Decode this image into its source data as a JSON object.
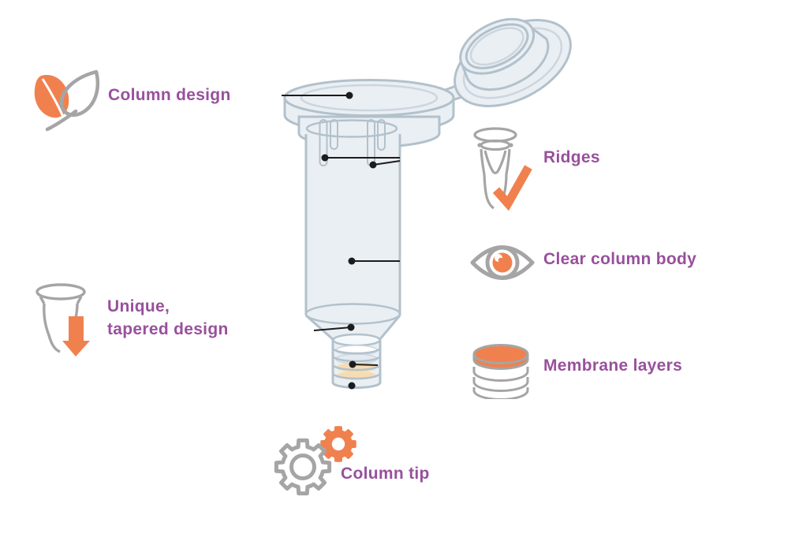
{
  "illustration": {
    "subject": "spin column with open flip cap",
    "callout_markers": 7
  },
  "labels": {
    "column_design": "Column design",
    "ridges": "Ridges",
    "clear_column_body": "Clear column body",
    "membrane_layers": "Membrane layers",
    "unique_line1": "Unique,",
    "unique_line2": "tapered design",
    "column_tip": "Column tip"
  },
  "icons": [
    {
      "name": "leaf-icon",
      "label_for": "Column design"
    },
    {
      "name": "ridged-tube-check-icon",
      "label_for": "Ridges"
    },
    {
      "name": "eye-icon",
      "label_for": "Clear column body"
    },
    {
      "name": "membrane-discs-icon",
      "label_for": "Membrane layers"
    },
    {
      "name": "tapered-tube-arrow-icon",
      "label_for": "Unique, tapered design"
    },
    {
      "name": "gears-icon",
      "label_for": "Column tip"
    }
  ],
  "colors": {
    "label_purple": "#98509c",
    "accent_orange": "#f0814e",
    "icon_gray": "#a5a5a5",
    "column_fill": "#eaeff4",
    "column_stroke": "#b2c1cb",
    "membrane_peach": "#f7dcb2",
    "callout_ink": "#1c1c1c",
    "background": "#ffffff"
  }
}
